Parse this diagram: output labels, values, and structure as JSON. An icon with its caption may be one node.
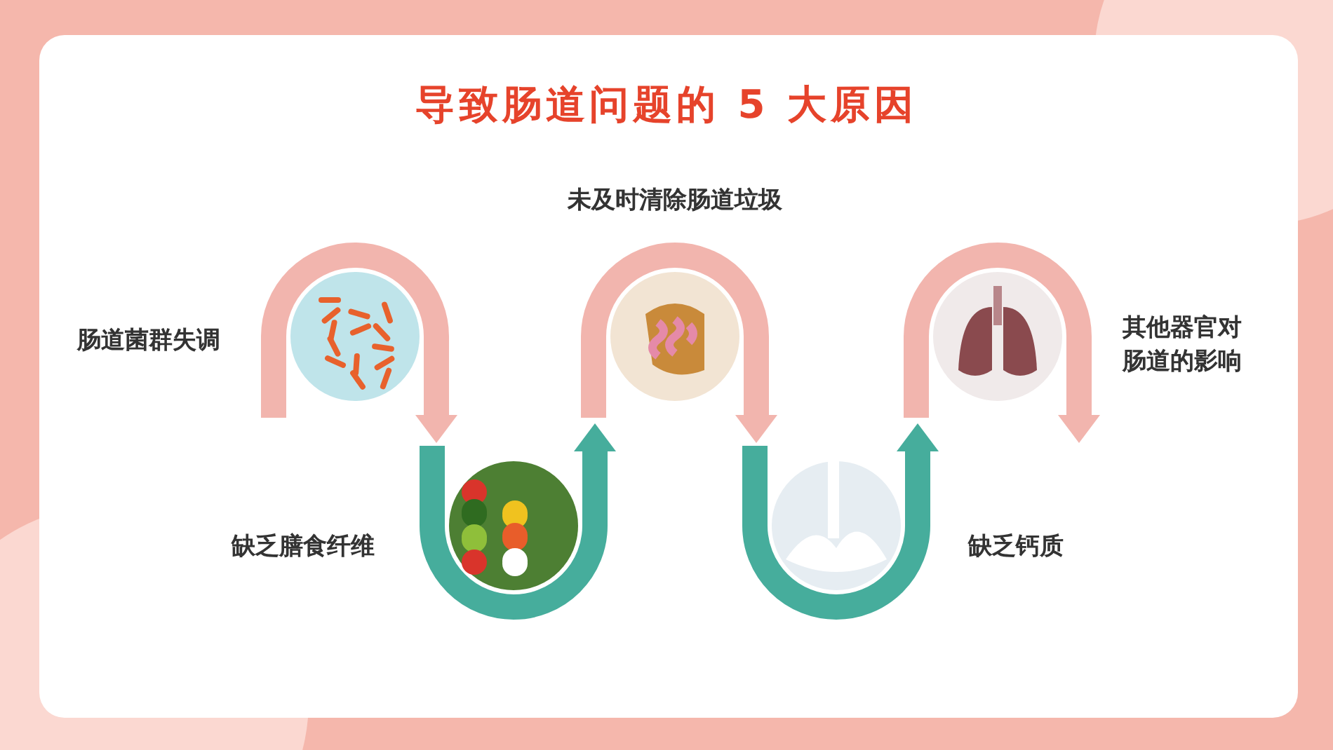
{
  "diagram": {
    "title": "导致肠道问题的 5 大原因",
    "nodes": [
      {
        "text": [],
        "shape": "picture",
        "beside": [
          "肠道菌群失调"
        ]
      },
      {
        "text": [],
        "shape": "picture",
        "beside": [
          "缺乏膳食纤维"
        ]
      },
      {
        "text": [],
        "shape": "picture",
        "beside": [
          "未及时清除肠道垃圾"
        ]
      },
      {
        "text": [],
        "shape": "picture",
        "beside": [
          "缺乏钙质"
        ]
      },
      {
        "text": [],
        "shape": "picture",
        "beside": [
          "其他器官对肠道的影响"
        ]
      }
    ]
  }
}
